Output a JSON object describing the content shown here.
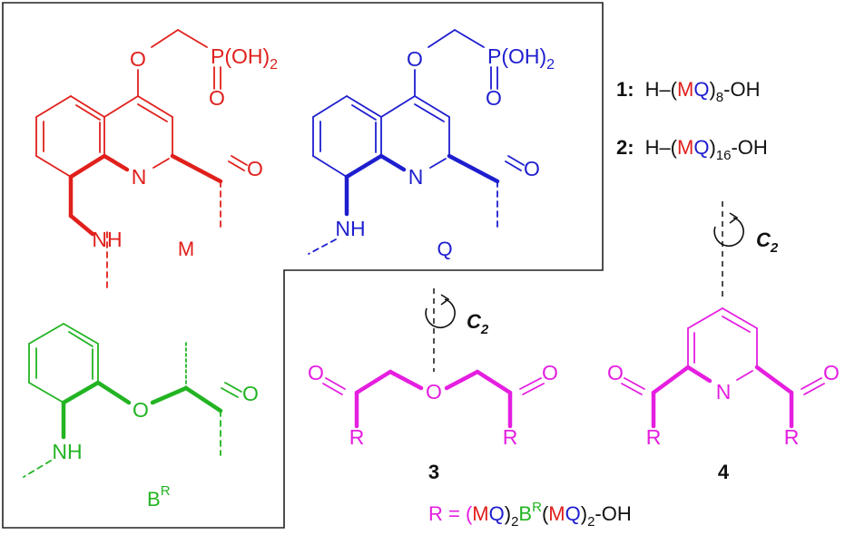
{
  "colors": {
    "monomer_m": "#e0201c",
    "monomer_q": "#1e1ecf",
    "monomer_b": "#22b422",
    "linker": "#e51ee0",
    "text": "#111111",
    "frame": "#222222"
  },
  "monomer_m": {
    "label": "M",
    "atoms": {
      "o_ether": "O",
      "phosphonate": "P(OH)",
      "phosphonate_sub": "2",
      "o_oxo": "O",
      "n_ring": "N",
      "o_carbonyl": "O",
      "nh": "NH"
    }
  },
  "monomer_q": {
    "label": "Q",
    "atoms": {
      "o_ether": "O",
      "phosphonate": "P(OH)",
      "phosphonate_sub": "2",
      "o_oxo": "O",
      "n_ring": "N",
      "o_carbonyl": "O",
      "nh": "NH"
    }
  },
  "monomer_b": {
    "label": "B",
    "label_sup": "R",
    "atoms": {
      "o_ether": "O",
      "o_carbonyl": "O",
      "nh": "NH"
    }
  },
  "sequences": [
    {
      "number": "1:",
      "prefix": "H–(",
      "m": "M",
      "q": "Q",
      "close": ")",
      "sub": "8",
      "suffix": "-OH"
    },
    {
      "number": "2:",
      "prefix": "H–(",
      "m": "M",
      "q": "Q",
      "close": ")",
      "sub": "16",
      "suffix": "-OH"
    }
  ],
  "linker_3": {
    "number": "3",
    "symmetry": "C",
    "symmetry_sub": "2",
    "atoms": {
      "o_left": "O",
      "o_center": "O",
      "o_right": "O",
      "r_left": "R",
      "r_right": "R"
    }
  },
  "linker_4": {
    "number": "4",
    "symmetry": "C",
    "symmetry_sub": "2",
    "atoms": {
      "o_left": "O",
      "n_ring": "N",
      "o_right": "O",
      "r_left": "R",
      "r_right": "R"
    }
  },
  "r_definition": {
    "prefix": "R = (",
    "m1": "M",
    "q1": "Q",
    "close1": ")",
    "sub1": "2",
    "b": "B",
    "b_sup": "R",
    "open2": "(",
    "m2": "M",
    "q2": "Q",
    "close2": ")",
    "sub2": "2",
    "suffix": "-OH"
  }
}
